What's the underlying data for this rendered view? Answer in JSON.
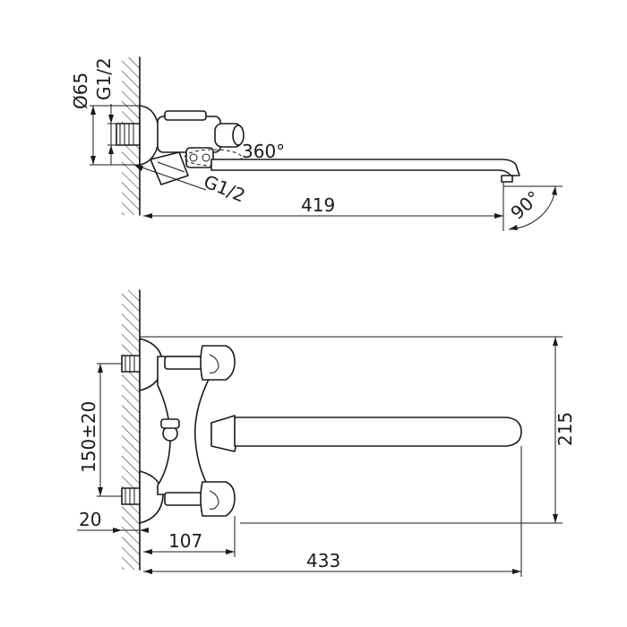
{
  "top_view": {
    "dim_diameter": "Ø65",
    "dim_thread_wall": "G1/2",
    "dim_rotation": "360°",
    "dim_thread_outlet": "G1/2",
    "dim_spout_length": "419",
    "dim_outlet_angle": "90°"
  },
  "front_view": {
    "dim_height": "215",
    "dim_centers": "150±20",
    "dim_wall_offset": "20",
    "dim_handle_depth": "107",
    "dim_total_length": "433"
  }
}
